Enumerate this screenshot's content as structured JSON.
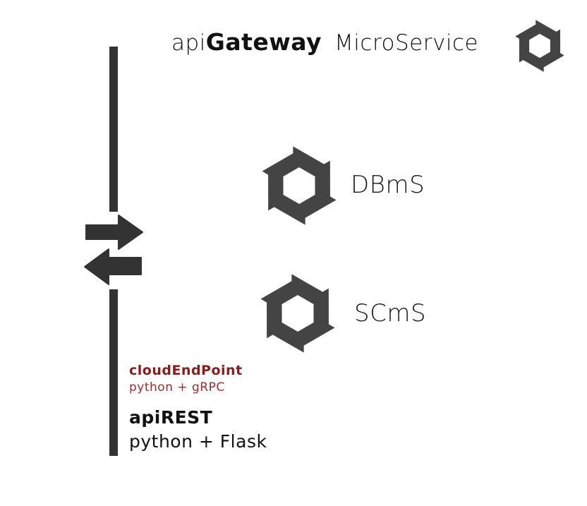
{
  "header": {
    "api_prefix": "api",
    "gateway_word": "Gateway",
    "microservice_word": "MicroService",
    "logo_icon": "hexagon-swirl-icon"
  },
  "services": [
    {
      "name": "DBmS",
      "icon": "hexagon-swirl-icon"
    },
    {
      "name": "SCmS",
      "icon": "hexagon-swirl-icon"
    }
  ],
  "exchange_icon": "exchange-arrows-icon",
  "cloud_endpoint": {
    "name": "cloudEndPoint",
    "stack": "python + gRPC"
  },
  "api_rest": {
    "name": "apiREST",
    "stack": "python + Flask"
  },
  "colors": {
    "icon": "#444444",
    "bar": "#333333",
    "cloud_endpoint": "#8b1a1a"
  }
}
